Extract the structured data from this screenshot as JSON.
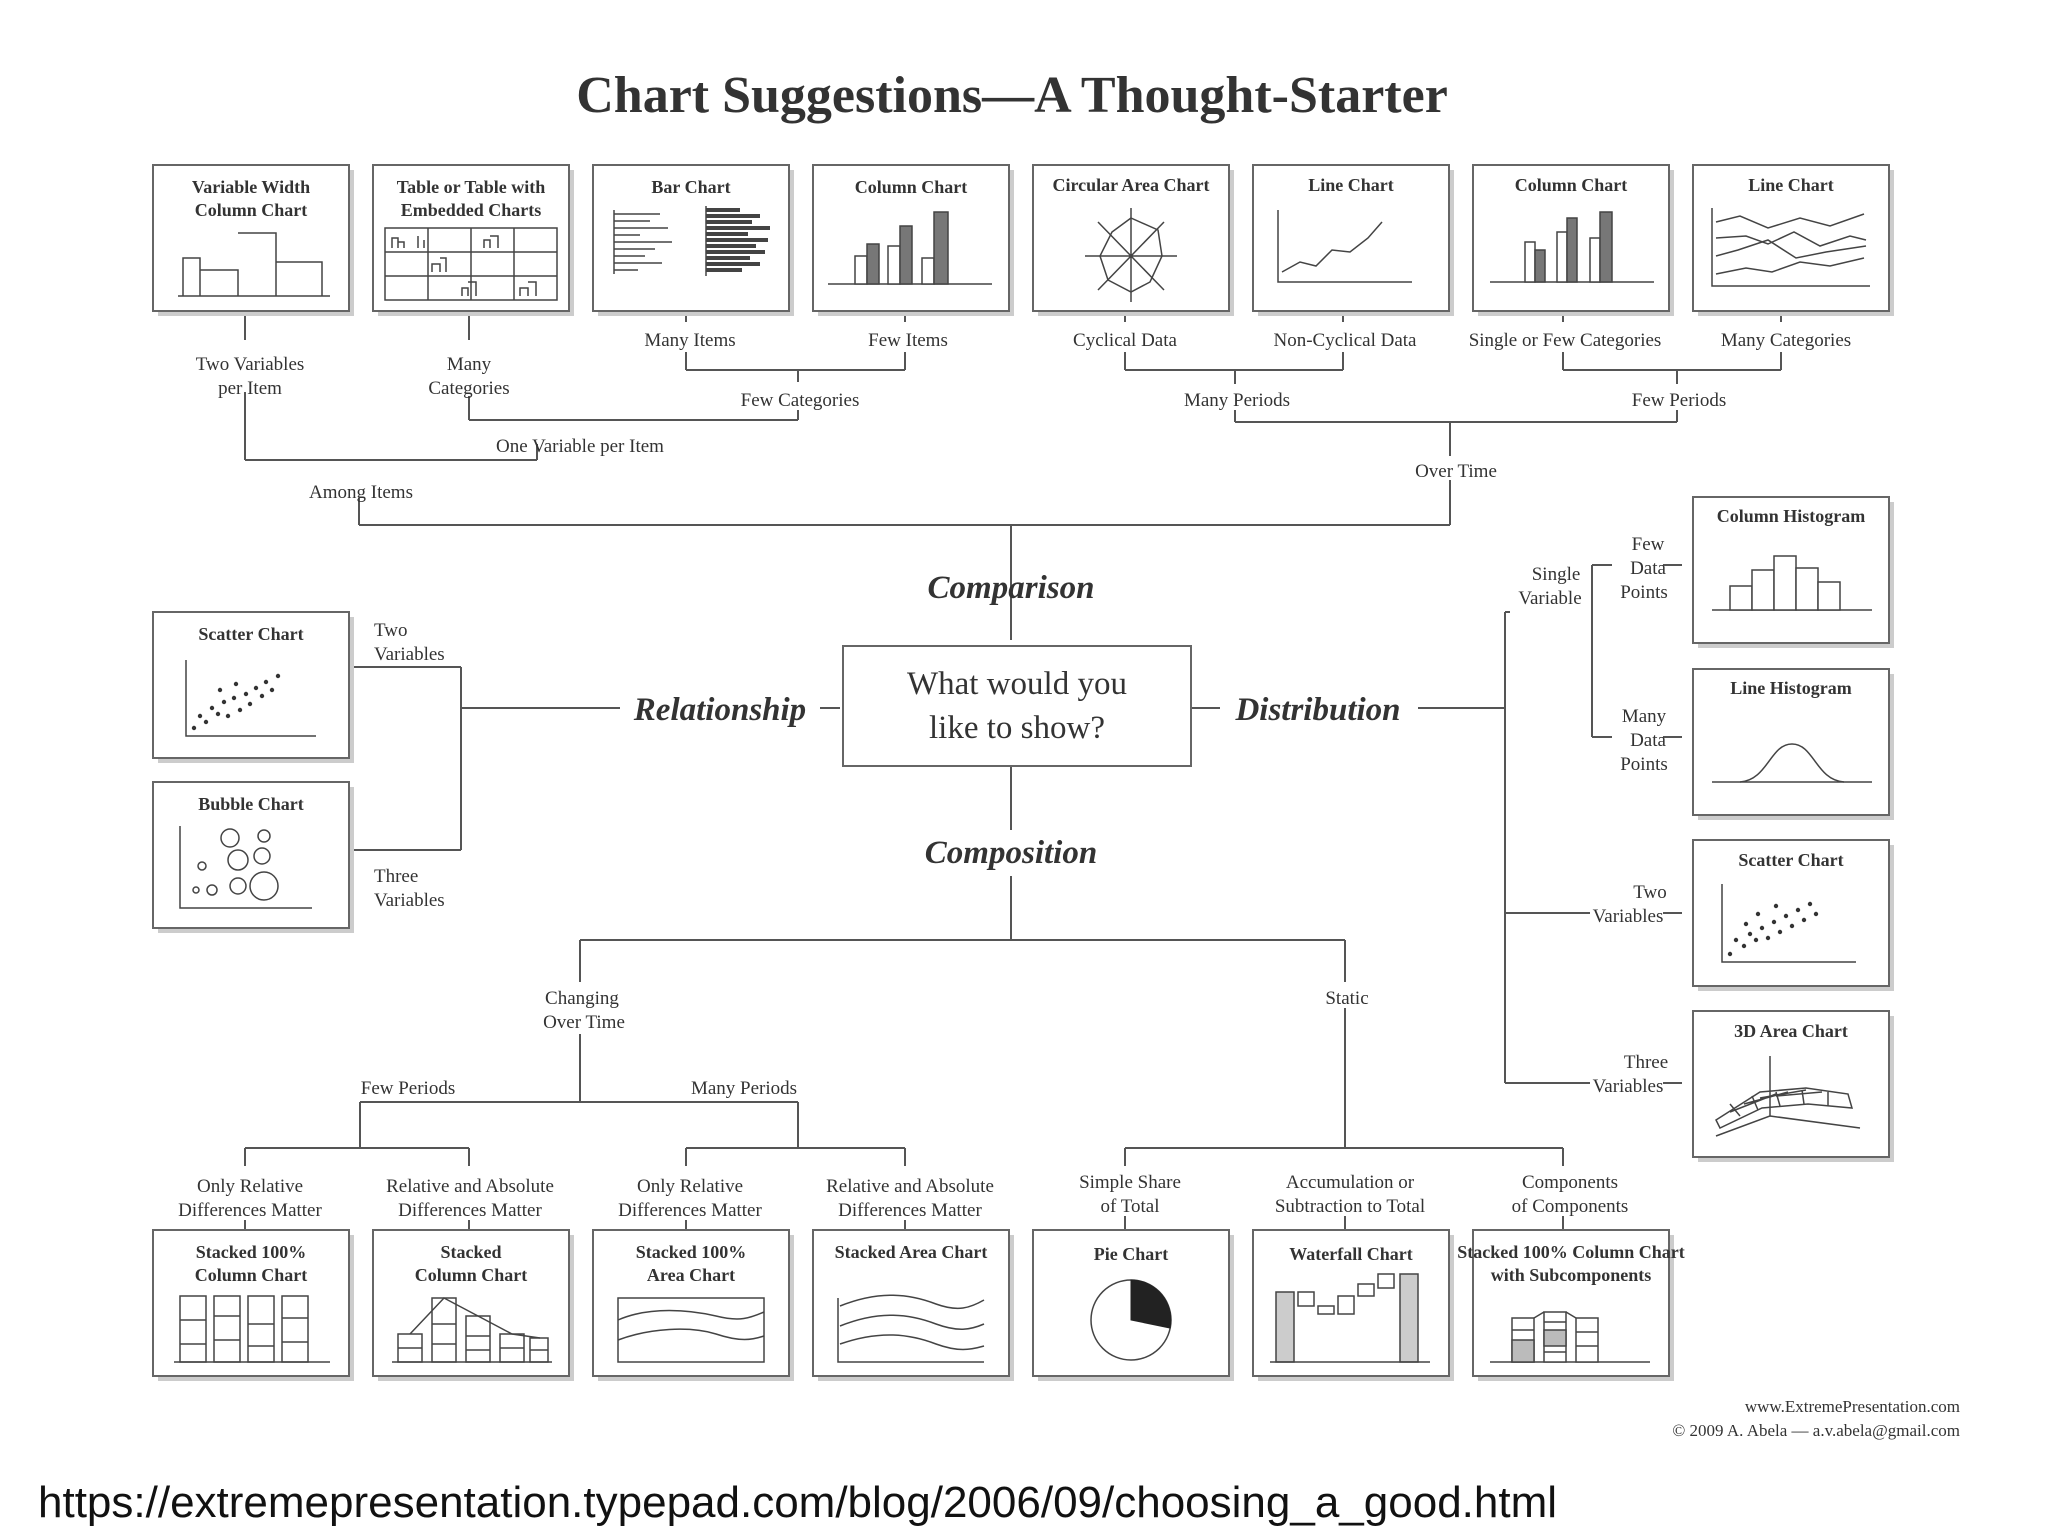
{
  "title": "Chart Suggestions—A Thought-Starter",
  "question": [
    "What would you",
    "like to show?"
  ],
  "categories": {
    "comparison": "Comparison",
    "relationship": "Relationship",
    "distribution": "Distribution",
    "composition": "Composition"
  },
  "cards": {
    "variable_width_column": [
      "Variable Width",
      "Column Chart"
    ],
    "table_embedded": [
      "Table or Table with",
      "Embedded Charts"
    ],
    "bar_chart": [
      "Bar Chart"
    ],
    "column_chart_few": [
      "Column Chart"
    ],
    "circular_area": [
      "Circular Area Chart"
    ],
    "line_chart_noncyclical": [
      "Line Chart"
    ],
    "column_chart_single": [
      "Column Chart"
    ],
    "line_chart_many": [
      "Line Chart"
    ],
    "scatter_relationship": [
      "Scatter Chart"
    ],
    "bubble_chart": [
      "Bubble Chart"
    ],
    "column_histogram": [
      "Column Histogram"
    ],
    "line_histogram": [
      "Line Histogram"
    ],
    "scatter_distribution": [
      "Scatter Chart"
    ],
    "area_3d": [
      "3D Area Chart"
    ],
    "stacked_100_column": [
      "Stacked 100%",
      "Column Chart"
    ],
    "stacked_column": [
      "Stacked",
      "Column Chart"
    ],
    "stacked_100_area": [
      "Stacked 100%",
      "Area Chart"
    ],
    "stacked_area": [
      "Stacked Area Chart"
    ],
    "pie_chart": [
      "Pie Chart"
    ],
    "waterfall_chart": [
      "Waterfall Chart"
    ],
    "stacked_100_subcomponents": [
      "Stacked 100% Column Chart",
      "with Subcomponents"
    ]
  },
  "labels": {
    "two_variables_per_item": [
      "Two Variables",
      "per Item"
    ],
    "many_categories_table": [
      "Many",
      "Categories"
    ],
    "many_items": [
      "Many Items"
    ],
    "few_items": [
      "Few Items"
    ],
    "few_categories": [
      "Few Categories"
    ],
    "one_variable_per_item": [
      "One Variable per Item"
    ],
    "among_items": [
      "Among Items"
    ],
    "cyclical_data": [
      "Cyclical Data"
    ],
    "non_cyclical_data": [
      "Non-Cyclical Data"
    ],
    "single_few_categories": [
      "Single or Few Categories"
    ],
    "many_categories_line": [
      "Many Categories"
    ],
    "many_periods_top": [
      "Many Periods"
    ],
    "few_periods_top": [
      "Few Periods"
    ],
    "over_time": [
      "Over Time"
    ],
    "two_variables_rel": [
      "Two",
      "Variables"
    ],
    "three_variables_rel": [
      "Three",
      "Variables"
    ],
    "single_variable": [
      "Single",
      "Variable"
    ],
    "few_data_points": [
      "Few",
      "Data",
      "Points"
    ],
    "many_data_points": [
      "Many",
      "Data",
      "Points"
    ],
    "two_variables_dist": [
      "Two",
      "Variables"
    ],
    "three_variables_dist": [
      "Three",
      "Variables"
    ],
    "changing_over_time": [
      "Changing",
      "Over Time"
    ],
    "static": [
      "Static"
    ],
    "few_periods_comp": [
      "Few Periods"
    ],
    "many_periods_comp": [
      "Many Periods"
    ],
    "only_relative_1": [
      "Only Relative",
      "Differences Matter"
    ],
    "relative_absolute_1": [
      "Relative and Absolute",
      "Differences Matter"
    ],
    "only_relative_2": [
      "Only Relative",
      "Differences Matter"
    ],
    "relative_absolute_2": [
      "Relative and Absolute",
      "Differences Matter"
    ],
    "simple_share": [
      "Simple Share",
      "of Total"
    ],
    "accumulation": [
      "Accumulation or",
      "Subtraction to Total"
    ],
    "components": [
      "Components",
      "of Components"
    ]
  },
  "credit": [
    "www.ExtremePresentation.com",
    "© 2009  A. Abela — a.v.abela@gmail.com"
  ],
  "source_url": "https://extremepresentation.typepad.com/blog/2006/09/choosing_a_good.html"
}
